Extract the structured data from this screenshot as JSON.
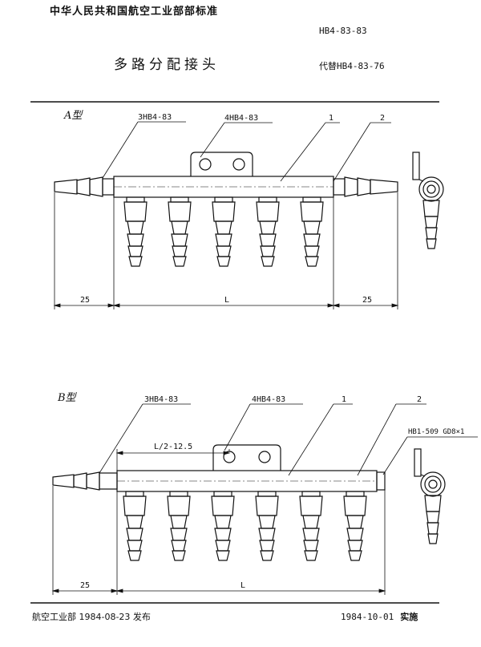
{
  "header": {
    "org": "中华人民共和国航空工业部部标准",
    "standard_no": "HB4-83-83",
    "title": "多路分配接头",
    "replaces": "代替HB4-83-76"
  },
  "type_a": {
    "label": "A型",
    "callouts": [
      "3HB4-83",
      "4HB4-83",
      "1",
      "2"
    ],
    "dims": [
      "25",
      "L",
      "25"
    ]
  },
  "type_b": {
    "label": "B型",
    "callouts": [
      "3HB4-83",
      "4HB4-83",
      "1",
      "2",
      "HB1-509 GD8×1"
    ],
    "dims": [
      "L/2-12.5",
      "25",
      "L"
    ]
  },
  "footer": {
    "issued": "航空工业部 1984-08-23 发布",
    "implemented_date": "1984-10-01",
    "implemented_label": "实施"
  }
}
